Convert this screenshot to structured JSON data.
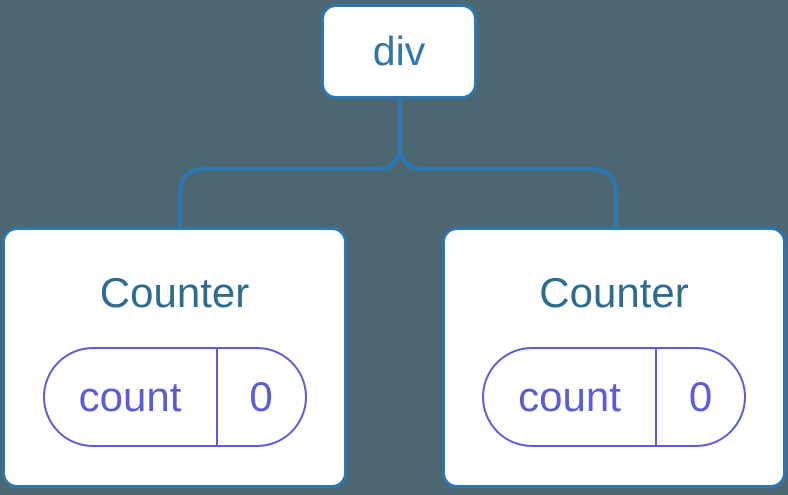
{
  "diagram": {
    "root": {
      "label": "div"
    },
    "children": [
      {
        "title": "Counter",
        "state": {
          "key": "count",
          "value": "0"
        }
      },
      {
        "title": "Counter",
        "state": {
          "key": "count",
          "value": "0"
        }
      }
    ]
  },
  "colors": {
    "background": "#4C6772",
    "node_fill": "#FFFFFF",
    "node_border": "#2C77B1",
    "connector_line": "#2C77B1",
    "root_label_text": "#3076AB",
    "counter_title_text": "#2C6C90",
    "state_pill_accent": "#5D5BD5"
  }
}
